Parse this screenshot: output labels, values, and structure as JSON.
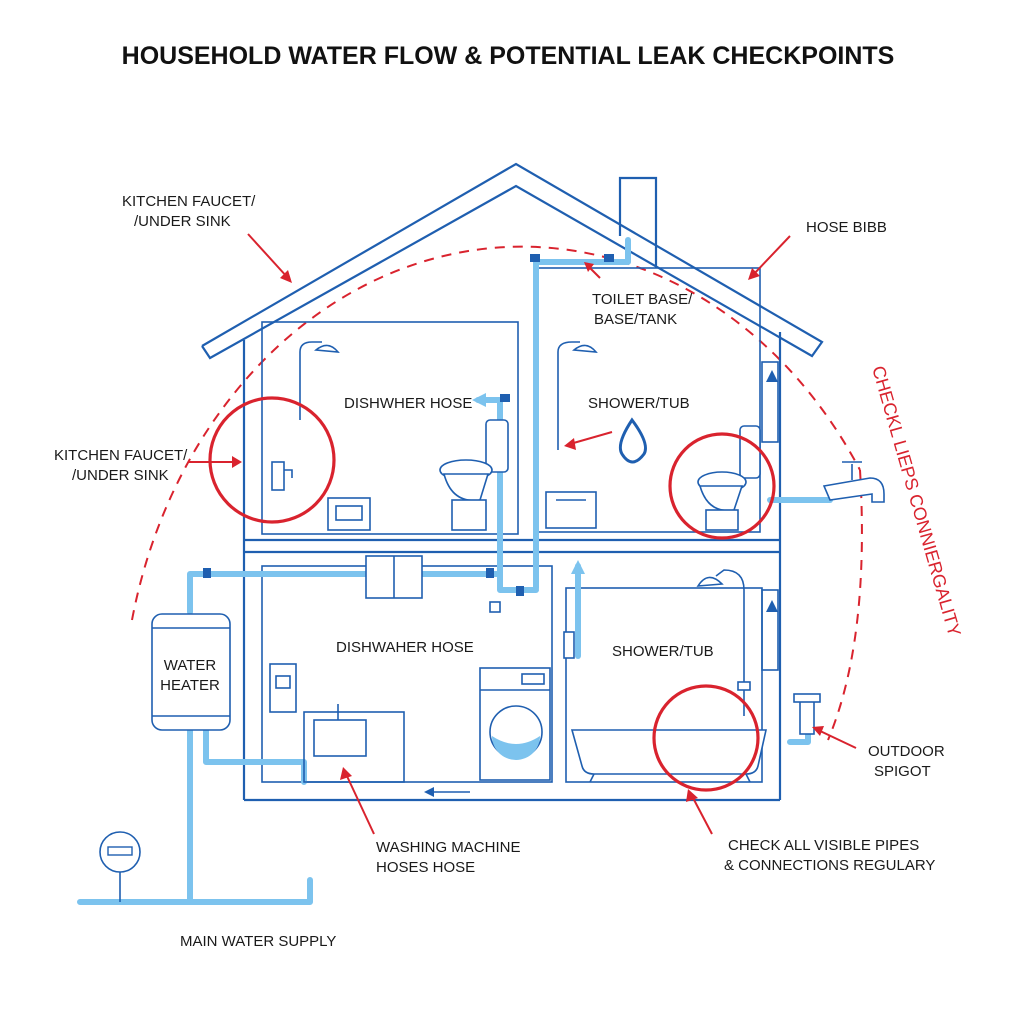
{
  "title": "HOUSEHOLD WATER FLOW & POTENTIAL LEAK CHECKPOINTS",
  "labels": {
    "kitchen_top_1": "KITCHEN FAUCET/",
    "kitchen_top_2": "/UNDER SINK",
    "kitchen_left_1": "KITCHEN FAUCET/",
    "kitchen_left_2": "/UNDER SINK",
    "hose_bibb": "HOSE BIBB",
    "toilet_base_1": "TOILET BASE/",
    "toilet_base_2": "BASE/TANK",
    "dishwasher_upper": "DISHWHER HOSE",
    "shower_upper": "SHOWER/TUB",
    "dishwasher_lower": "DISHWAHER HOSE",
    "shower_lower": "SHOWER/TUB",
    "water_heater_1": "WATER",
    "water_heater_2": "HEATER",
    "washing_1": "WASHING MACHINE",
    "washing_2": "HOSES HOSE",
    "check_1": "CHECK ALL VISIBLE PIPES",
    "check_2": "& CONNECTIONS REGULARY",
    "outdoor_1": "OUTDOOR",
    "outdoor_2": "SPIGOT",
    "main_supply": "MAIN WATER SUPPLY",
    "arc_text": "CHECKL LIEPS CONNIERGALITY"
  },
  "colors": {
    "outline": "#1f5fb0",
    "pipe": "#7cc3ee",
    "leak": "#d9232e",
    "text": "#1a1a1a"
  },
  "icons": [
    "water-drop-icon",
    "faucet-icon",
    "toilet-icon",
    "shower-icon",
    "sink-icon",
    "washing-machine-icon",
    "bathtub-icon",
    "water-meter-icon",
    "dishwasher-icon"
  ]
}
